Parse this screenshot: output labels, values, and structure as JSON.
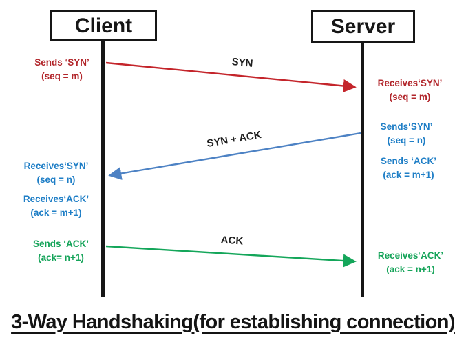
{
  "title": "3-Way Handshaking(for establishing connection)",
  "actors": {
    "client": "Client",
    "server": "Server"
  },
  "messages": [
    {
      "label": "SYN",
      "from": "client",
      "to": "server",
      "color": "#c4252b"
    },
    {
      "label": "SYN + ACK",
      "from": "server",
      "to": "client",
      "color": "#4d82c4"
    },
    {
      "label": "ACK",
      "from": "client",
      "to": "server",
      "color": "#14a65a"
    }
  ],
  "client_annotations": [
    {
      "line1": "Sends ‘SYN’",
      "line2": "(seq = m)",
      "color": "#b2262b"
    },
    {
      "line1": "Receives‘SYN’",
      "line2": "(seq = n)",
      "color": "#1e7ec6"
    },
    {
      "line1": "Receives‘ACK’",
      "line2": "(ack = m+1)",
      "color": "#1e7ec6"
    },
    {
      "line1": "Sends ‘ACK’",
      "line2": "(ack= n+1)",
      "color": "#16a45a"
    }
  ],
  "server_annotations": [
    {
      "line1": "Receives‘SYN’",
      "line2": "(seq = m)",
      "color": "#b2262b"
    },
    {
      "line1": "Sends‘SYN’",
      "line2": "(seq = n)",
      "color": "#1e7ec6"
    },
    {
      "line1": "Sends ‘ACK’",
      "line2": "(ack = m+1)",
      "color": "#1e7ec6"
    },
    {
      "line1": "Receives‘ACK’",
      "line2": "(ack = n+1)",
      "color": "#16a45a"
    }
  ],
  "colors": {
    "syn_arrow": "#c4252b",
    "syn_ack_arrow": "#4d82c4",
    "ack_arrow": "#14a65a",
    "red_text": "#b2262b",
    "blue_text": "#1e7ec6",
    "green_text": "#16a45a",
    "line_black": "#161616"
  }
}
